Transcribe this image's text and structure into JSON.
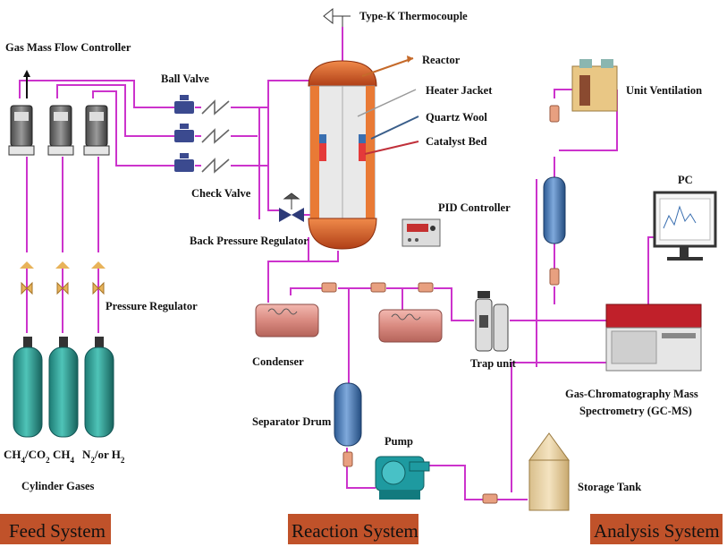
{
  "labels": {
    "thermocouple": "Type-K Thermocouple",
    "mfc": "Gas Mass Flow Controller",
    "ball_valve": "Ball Valve",
    "reactor": "Reactor",
    "heater_jacket": "Heater Jacket",
    "quartz_wool": "Quartz Wool",
    "catalyst_bed": "Catalyst Bed",
    "check_valve": "Check Valve",
    "pid": "PID Controller",
    "bpr": "Back Pressure Regulator",
    "pressure_regulator": "Pressure Regulator",
    "condenser": "Condenser",
    "trap": "Trap unit",
    "separator": "Separator Drum",
    "pump": "Pump",
    "storage": "Storage Tank",
    "gcms_line1": "Gas-Chromatography  Mass",
    "gcms_line2": "Spectrometry (GC-MS)",
    "pc": "PC",
    "unit_ventilation": "Unit Ventilation",
    "cylinder_gases": "Cylinder Gases"
  },
  "cylinders": [
    {
      "main": "CH",
      "sub1": "4",
      "mid": "/CO",
      "sub2": "2",
      "tail": ""
    },
    {
      "main": "CH",
      "sub1": "4",
      "mid": "",
      "sub2": "",
      "tail": ""
    },
    {
      "main": "N",
      "sub1": "2",
      "mid": "/or H",
      "sub2": "2",
      "tail": ""
    }
  ],
  "sections": {
    "feed": "Feed System",
    "reaction": "Reaction System",
    "analysis": "Analysis System"
  },
  "colors": {
    "pipe": "#cc33cc",
    "cylinder": "#2a9d94",
    "section_bg": "#c0522a",
    "section_text": "#f2d060",
    "reactor_dome": "#d2582a",
    "jacket": "#e97a35",
    "drum": "#3e74b5"
  }
}
